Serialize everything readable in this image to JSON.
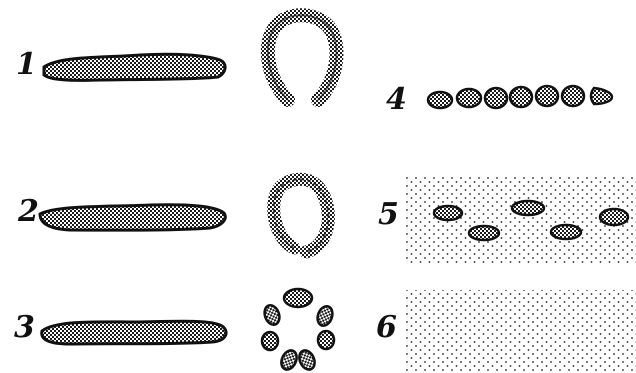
{
  "figure": {
    "labels": [
      "1",
      "2",
      "3",
      "4",
      "5",
      "6"
    ],
    "colors": {
      "ink": "#111111",
      "texture_dark": "#1a1a1a",
      "texture_light": "#ffffff",
      "paper": "#ffffff"
    }
  }
}
